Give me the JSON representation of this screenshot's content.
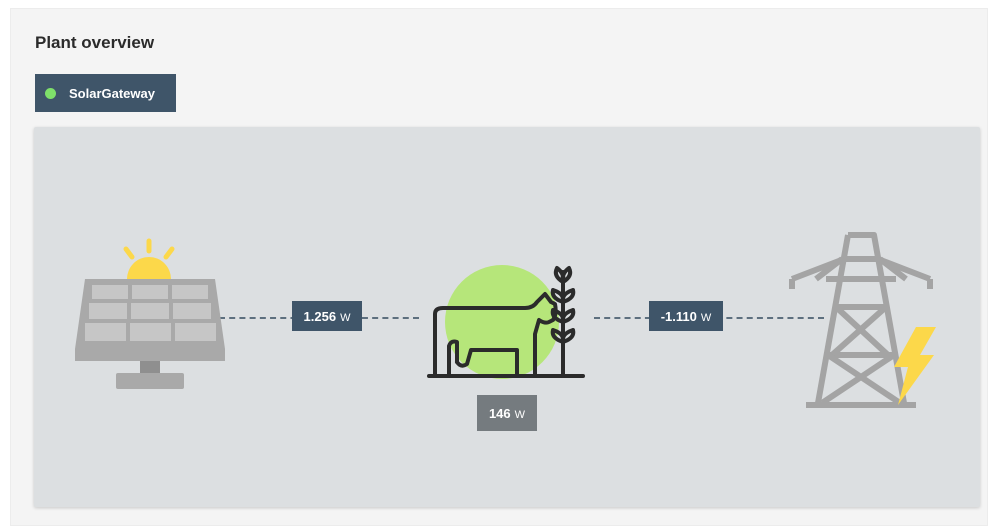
{
  "header": {
    "title": "Plant overview"
  },
  "gateway": {
    "label": "SolarGateway",
    "status_color": "#7ee06a"
  },
  "flows": {
    "solar_power": {
      "value": "1.256",
      "unit": "W"
    },
    "grid_power": {
      "value": "-1.110",
      "unit": "W"
    },
    "consumption": {
      "value": "146",
      "unit": "W"
    }
  },
  "icons": {
    "solar": "solar-panel-icon",
    "farm": "farm-cow-icon",
    "grid": "power-pylon-icon"
  },
  "colors": {
    "badge": "#3f5569",
    "consumption_highlight": "#b6e67a",
    "sun": "#fcd84a",
    "bolt": "#fcd84a"
  }
}
